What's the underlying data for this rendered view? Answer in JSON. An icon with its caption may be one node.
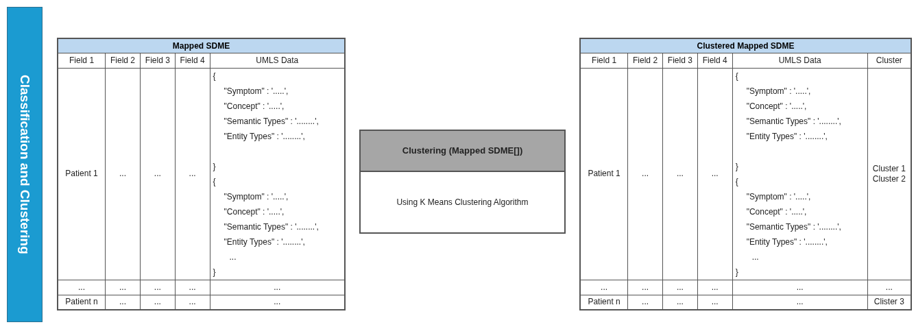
{
  "diagram": {
    "nodes": [
      {
        "text": [
          "Classification and Clustering"
        ]
      },
      {
        "text": [
          "Mapped SDME"
        ]
      },
      {
        "text": [
          "Clustering (Mapped SDME[])",
          "Using K Means Clustering Algorithm"
        ]
      },
      {
        "text": [
          "Clustered Mapped SDME"
        ]
      }
    ],
    "edges": [],
    "labels": [
      "Field 1",
      "Field 2",
      "Field 3",
      "Field 4",
      "UMLS Data",
      "Patient 1",
      "...",
      "...",
      "...",
      "{",
      "\"Symptom\" : '.....',",
      "\"Concept\" : '.....',",
      "\"Semantic Types\" : '........',",
      "\"Entity Types\" : '........',",
      "}",
      "{",
      "\"Symptom\" : '.....',",
      "\"Concept\" : '.....',",
      "\"Semantic Types\" : '........',",
      "\"Entity Types\" : '........',",
      "...",
      "}",
      "...",
      "...",
      "...",
      "...",
      "...",
      "Patient n",
      "...",
      "...",
      "...",
      "...",
      "Field 1",
      "Field 2",
      "Field 3",
      "Field 4",
      "UMLS Data",
      "Cluster",
      "Patient 1",
      "...",
      "...",
      "...",
      "{",
      "\"Symptom\" : '.....',",
      "\"Concept\" : '.....',",
      "\"Semantic Types\" : '........',",
      "\"Entity Types\" : '........',",
      "}",
      "{",
      "\"Symptom\" : '.....',",
      "\"Concept\" : '.....',",
      "\"Semantic Types\" : '........',",
      "\"Entity Types\" : '........',",
      "...",
      "}",
      "Cluster 1 Cluster 2",
      "...",
      "...",
      "...",
      "...",
      "...",
      "...",
      "Patient n",
      "...",
      "...",
      "...",
      "...",
      "Clister 3"
    ]
  }
}
